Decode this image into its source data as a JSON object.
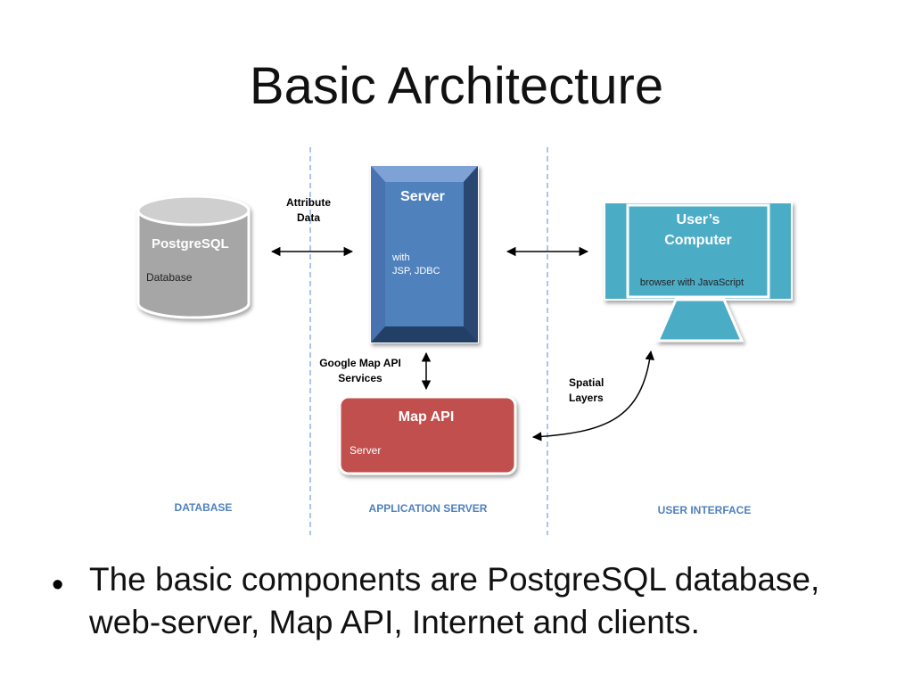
{
  "slide": {
    "title": "Basic Architecture",
    "bullet": "The basic components are PostgreSQL database, web-server, Map API, Internet and clients."
  },
  "diagram": {
    "database": {
      "label": "PostgreSQL",
      "sublabel": "Database",
      "color": "#b3b3b3"
    },
    "server": {
      "label": "Server",
      "sublabel_line1": "with",
      "sublabel_line2": "JSP, JDBC",
      "color": "#4f81bd"
    },
    "users_computer": {
      "label_line1": "User’s",
      "label_line2": "Computer",
      "sublabel": "browser with JavaScript",
      "color": "#4bacc6"
    },
    "map_api": {
      "label": "Map API",
      "sublabel": "Server",
      "color": "#c0504d"
    },
    "arrows": {
      "attribute_data_line1": "Attribute",
      "attribute_data_line2": "Data",
      "google_map_line1": "Google Map API",
      "google_map_line2": "Services",
      "spatial_line1": "Spatial",
      "spatial_line2": "Layers"
    },
    "sections": {
      "database": "DATABASE",
      "application_server": "APPLICATION SERVER",
      "user_interface": "USER INTERFACE",
      "label_color": "#4f81bd"
    }
  }
}
